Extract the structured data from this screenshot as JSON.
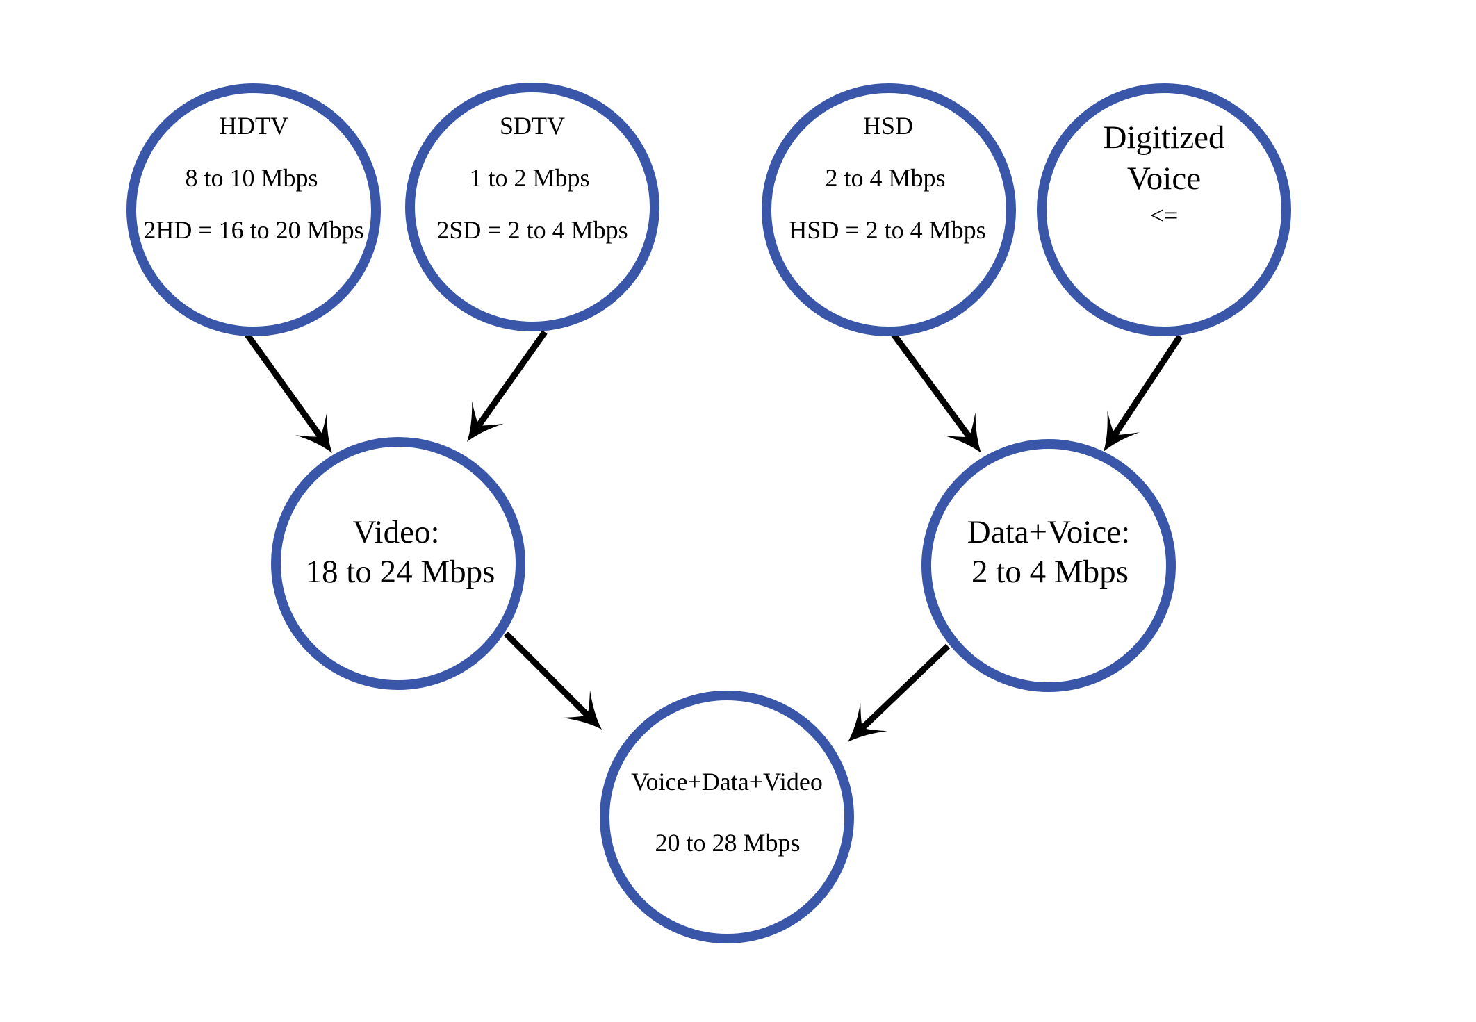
{
  "diagram": {
    "colors": {
      "node_stroke": "#3a56a8",
      "edge": "#000000",
      "text": "#000000"
    },
    "nodes": {
      "hdtv": {
        "title": "HDTV",
        "line1": "8 to 10 Mbps",
        "line2": "2HD = 16 to 20 Mbps"
      },
      "sdtv": {
        "title": "SDTV",
        "line1": "1 to 2 Mbps",
        "line2": "2SD = 2 to 4 Mbps"
      },
      "hsd": {
        "title": "HSD",
        "line1": "2 to 4 Mbps",
        "line2": "HSD = 2 to 4 Mbps"
      },
      "voice": {
        "title": "Digitized",
        "line1": "Voice",
        "line2": "<="
      },
      "video": {
        "title": "Video:",
        "line1": "18 to 24 Mbps"
      },
      "datavoice": {
        "title": "Data+Voice:",
        "line1": "2 to 4 Mbps"
      },
      "total": {
        "title": "Voice+Data+Video",
        "line1": "20 to 28 Mbps"
      }
    },
    "edges": [
      {
        "from": "hdtv",
        "to": "video"
      },
      {
        "from": "sdtv",
        "to": "video"
      },
      {
        "from": "hsd",
        "to": "datavoice"
      },
      {
        "from": "voice",
        "to": "datavoice"
      },
      {
        "from": "video",
        "to": "total"
      },
      {
        "from": "datavoice",
        "to": "total"
      }
    ]
  }
}
